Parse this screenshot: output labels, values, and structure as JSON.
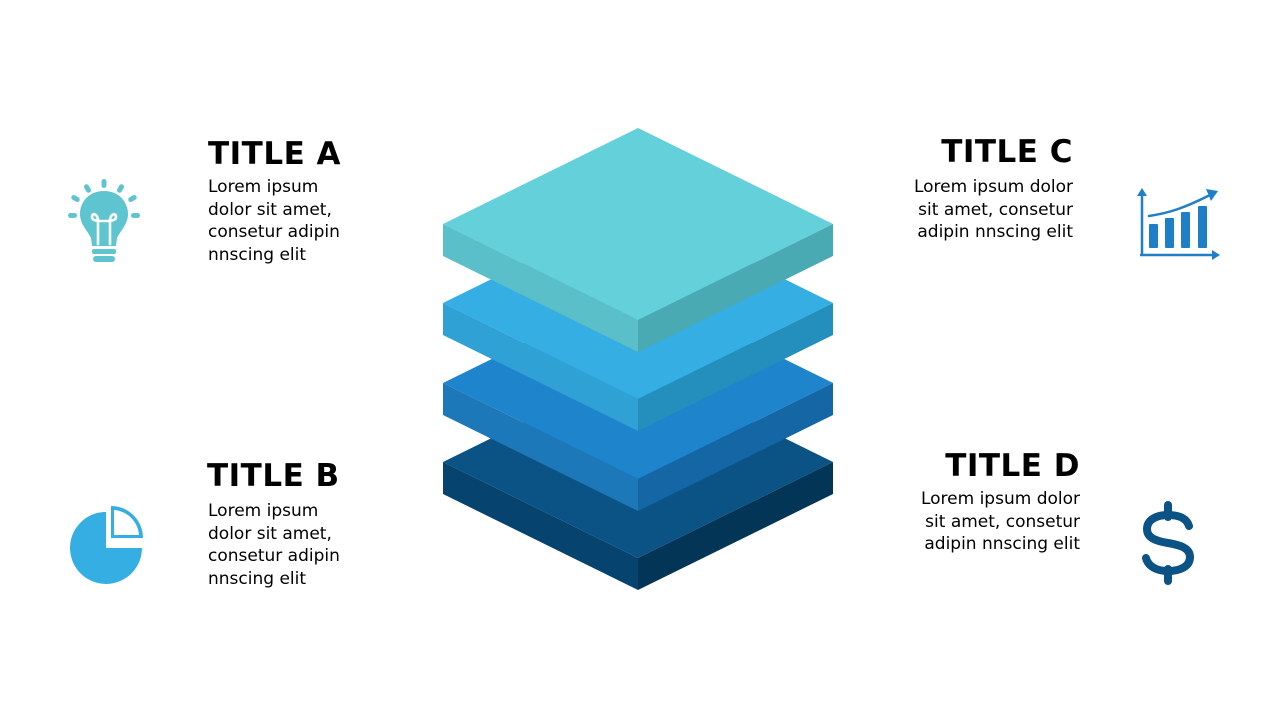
{
  "items": [
    {
      "title": "TITLE A",
      "lines": [
        "Lorem ipsum",
        "dolor sit amet,",
        "consetur adipin",
        "nnscing elit"
      ],
      "icon": "lightbulb-icon",
      "color": "#5ec4d0"
    },
    {
      "title": "TITLE B",
      "lines": [
        "Lorem ipsum",
        "dolor sit amet,",
        "consetur adipin",
        "nnscing elit"
      ],
      "icon": "pie-chart-icon",
      "color": "#34aee3"
    },
    {
      "title": "TITLE C",
      "lines": [
        "Lorem ipsum dolor",
        "sit amet, consetur",
        "adipin nnscing elit"
      ],
      "icon": "bar-chart-growth-icon",
      "color": "#1e7fc6"
    },
    {
      "title": "TITLE D",
      "lines": [
        "Lorem ipsum dolor",
        "sit amet, consetur",
        "adipin nnscing elit"
      ],
      "icon": "dollar-icon",
      "color": "#0b5385"
    }
  ],
  "layers": [
    {
      "top": "#0b5385",
      "left": "#06436e",
      "right": "#023556"
    },
    {
      "top": "#1e84cc",
      "left": "#1c78b9",
      "right": "#1566a4"
    },
    {
      "top": "#34aee3",
      "left": "#2fa1d4",
      "right": "#248fbc"
    },
    {
      "top": "#63d0da",
      "left": "#5bbfca",
      "right": "#4aaab4"
    }
  ]
}
